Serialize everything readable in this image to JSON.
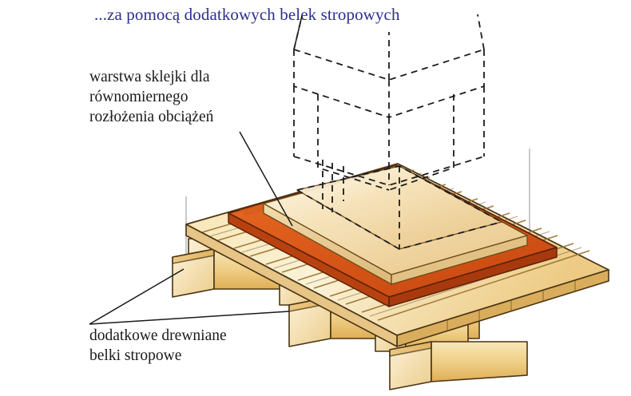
{
  "title": {
    "text": "...za pomocą dodatkowych belek stropowych",
    "color": "#2b2f8f"
  },
  "annotations": {
    "plywood": {
      "text": "warstwa sklejki dla\nrównomiernego\nrozłożenia obciążeń",
      "color": "#1a1a1a"
    },
    "joists": {
      "text": "dodatkowe drewniane\nbelki stropowe",
      "color": "#1a1a1a"
    }
  },
  "palette": {
    "background": "#ffffff",
    "plank_light": "#f7e8bc",
    "plank_mid": "#f0d28e",
    "plank_shade": "#e0b45f",
    "plank_edge": "#c8933f",
    "plywood_orange": "#e0621f",
    "plywood_orange_dark": "#c44a14",
    "plywood_orange_light": "#ee8a46",
    "beam_face": "#f3d691",
    "beam_side": "#e5b257",
    "beam_end": "#f7e4b4",
    "outline": "#3a2a12",
    "dashed_line": "#1c1c1c",
    "thin_grey": "#b9bcc0",
    "leader": "#1a1a1a"
  },
  "figure": {
    "type": "isometric-construction-diagram",
    "subject": "reinforced timber floor structure under a wall corner",
    "layers": [
      "dashed phantom wall corner (upper)",
      "stepped plywood platform (orange)",
      "floor boarding (light planks)",
      "additional timber floor joists (beams below)"
    ]
  }
}
